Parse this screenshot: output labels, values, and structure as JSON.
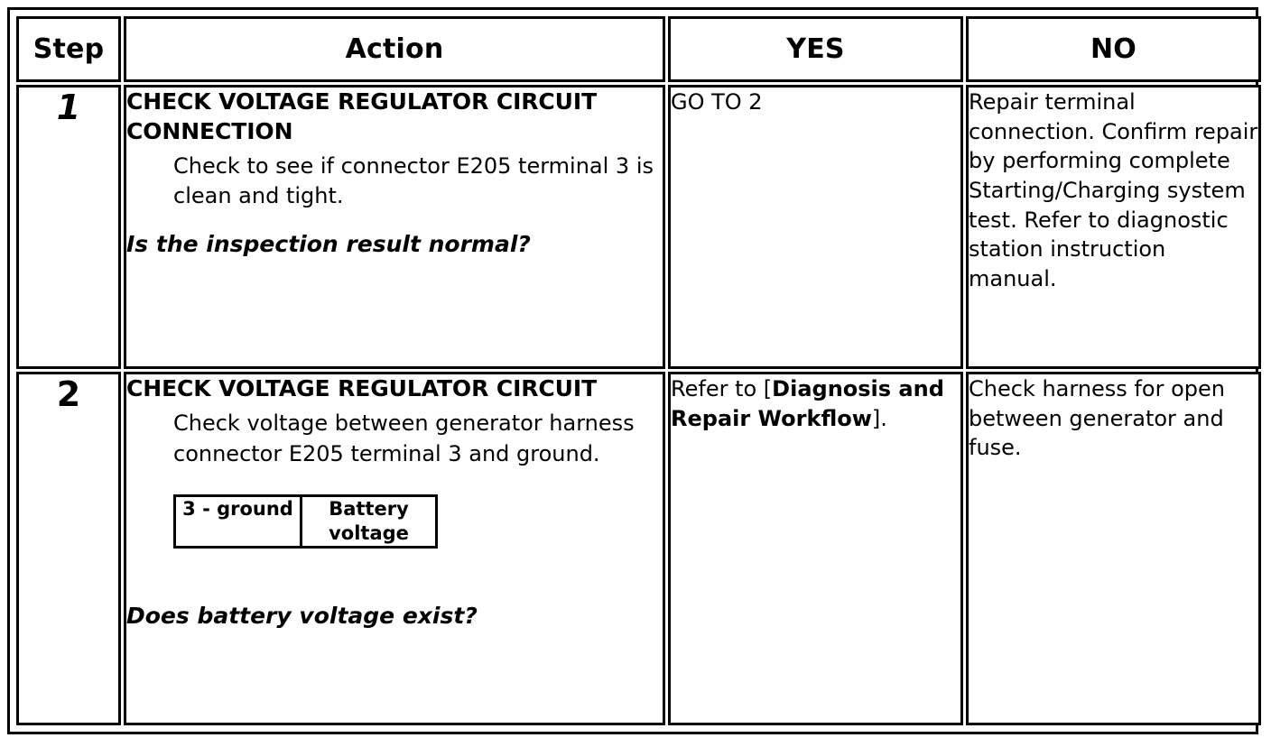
{
  "table": {
    "headers": {
      "step": "Step",
      "action": "Action",
      "yes": "YES",
      "no": "NO"
    },
    "rows": [
      {
        "step": "1",
        "action": {
          "title": "CHECK VOLTAGE REGULATOR CIRCUIT CONNECTION",
          "body": "Check to see if connector E205 terminal 3 is clean and tight.",
          "question": "Is the inspection result normal?"
        },
        "yes": {
          "text_before": "GO TO 2",
          "bold": "",
          "text_after": ""
        },
        "no": {
          "text": "Repair terminal connection. Confirm repair by performing complete Starting/Charging system test. Refer to diagnostic station instruction manual."
        }
      },
      {
        "step": "2",
        "action": {
          "title": "CHECK VOLTAGE REGULATOR CIRCUIT",
          "body": "Check voltage between generator harness connector E205 terminal 3 and ground.",
          "spec": {
            "terminals": "3 - ground",
            "value": "Battery voltage"
          },
          "question": "Does battery voltage exist?"
        },
        "yes": {
          "text_before": "Refer to [",
          "bold": "Diagnosis and Repair Workflow",
          "text_after": "]."
        },
        "no": {
          "text": "Check harness for open between generator and fuse."
        }
      }
    ]
  },
  "colors": {
    "border": "#000000",
    "background": "#ffffff",
    "text": "#000000"
  }
}
